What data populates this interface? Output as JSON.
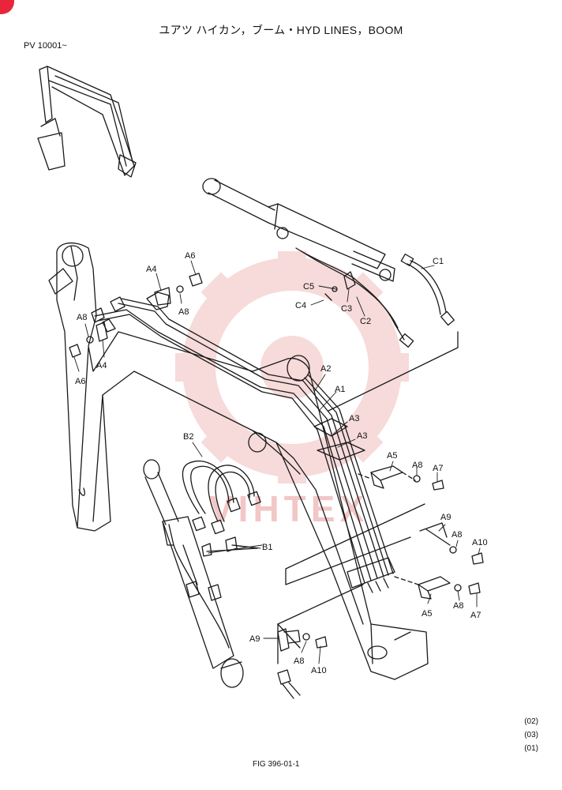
{
  "header": {
    "title": "ユアツ ハイカン，ブーム・HYD LINES，BOOM",
    "serial": "PV 10001~"
  },
  "callouts": [
    {
      "id": "a6-top",
      "text": "A6"
    },
    {
      "id": "a4-top",
      "text": "A4"
    },
    {
      "id": "a8-top",
      "text": "A8"
    },
    {
      "id": "a8-left",
      "text": "A8"
    },
    {
      "id": "a4-left",
      "text": "A4"
    },
    {
      "id": "a6-left",
      "text": "A6"
    },
    {
      "id": "c5",
      "text": "C5"
    },
    {
      "id": "c4",
      "text": "C4"
    },
    {
      "id": "c3",
      "text": "C3"
    },
    {
      "id": "c2",
      "text": "C2"
    },
    {
      "id": "c1",
      "text": "C1"
    },
    {
      "id": "a2",
      "text": "A2"
    },
    {
      "id": "a1",
      "text": "A1"
    },
    {
      "id": "a3-1",
      "text": "A3"
    },
    {
      "id": "a3-2",
      "text": "A3"
    },
    {
      "id": "a5-top",
      "text": "A5"
    },
    {
      "id": "a8-r1",
      "text": "A8"
    },
    {
      "id": "a7-top",
      "text": "A7"
    },
    {
      "id": "a9-right",
      "text": "A9"
    },
    {
      "id": "a8-r2",
      "text": "A8"
    },
    {
      "id": "a10-right",
      "text": "A10"
    },
    {
      "id": "a5-bottom",
      "text": "A5"
    },
    {
      "id": "a8-r3",
      "text": "A8"
    },
    {
      "id": "a7-bottom",
      "text": "A7"
    },
    {
      "id": "b2",
      "text": "B2"
    },
    {
      "id": "b1",
      "text": "B1"
    },
    {
      "id": "a9-bottom",
      "text": "A9"
    },
    {
      "id": "a8-bottom",
      "text": "A8"
    },
    {
      "id": "a10-bottom",
      "text": "A10"
    }
  ],
  "watermark": {
    "text": "VIHTEX",
    "color": "#f2c7c7"
  },
  "footer": {
    "refs": [
      "(02)",
      "(03)",
      "(01)"
    ],
    "figure": "FIG  396-01-1"
  },
  "colors": {
    "line": "#1a1a1a",
    "badge": "#e8253a",
    "watermark": "#f2c7c7"
  }
}
